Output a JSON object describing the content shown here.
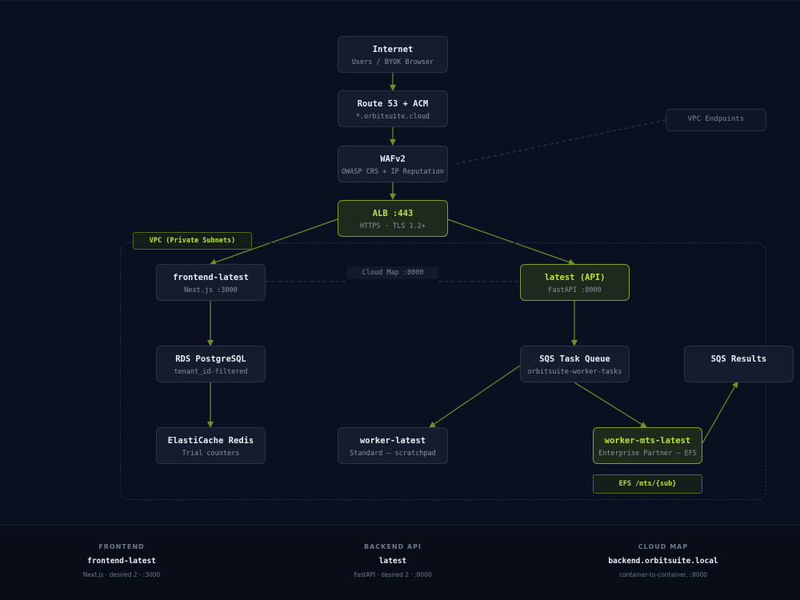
{
  "colors": {
    "accent": "#b6e340",
    "edge": "#6f8f2a",
    "node_bg": "#151c2d",
    "background": "#0a1020"
  },
  "nodes": {
    "internet": {
      "title": "Internet",
      "sub": "Users / BYOK Browser"
    },
    "route53": {
      "title": "Route 53 + ACM",
      "sub": "*.orbitsuite.cloud"
    },
    "waf": {
      "title": "WAFv2",
      "sub": "OWASP CRS + IP Reputation"
    },
    "vpc_endpoints": {
      "title": "VPC Endpoints"
    },
    "alb": {
      "title": "ALB :443",
      "sub": "HTTPS · TLS 1.2+"
    },
    "frontend": {
      "title": "frontend-latest",
      "sub": "Next.js :3000"
    },
    "api": {
      "title": "latest (API)",
      "sub": "FastAPI :8000"
    },
    "rds": {
      "title": "RDS PostgreSQL",
      "sub": "tenant_id-filtered"
    },
    "sqs_tasks": {
      "title": "SQS Task Queue",
      "sub": "orbitsuite-worker-tasks"
    },
    "sqs_results": {
      "title": "SQS Results"
    },
    "redis": {
      "title": "ElastiCache Redis",
      "sub": "Trial counters"
    },
    "worker": {
      "title": "worker-latest",
      "sub": "Standard — scratchpad"
    },
    "worker_mts": {
      "title": "worker-mts-latest",
      "sub": "Enterprise Partner — EFS"
    }
  },
  "tags": {
    "vpc": "VPC (Private Subnets)",
    "efs": "EFS /mts/{sub}",
    "cloud_map": "Cloud Map :8000"
  },
  "footer": [
    {
      "heading": "FRONTEND",
      "value": "frontend-latest",
      "detail": "Next.js · desired 2 · :3000"
    },
    {
      "heading": "BACKEND API",
      "value": "latest",
      "detail": "FastAPI · desired 2 · :8000"
    },
    {
      "heading": "CLOUD MAP",
      "value": "backend.orbitsuite.local",
      "detail": "container-to-container, :8000"
    }
  ]
}
